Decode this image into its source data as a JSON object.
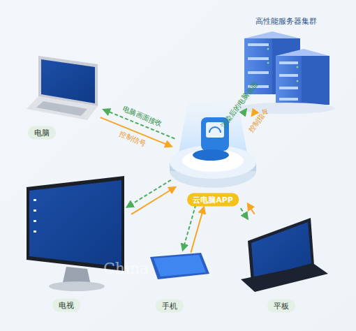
{
  "diagram": {
    "nodes": [
      {
        "text": [
          "高性能服务器集群"
        ]
      },
      {
        "text": [
          "电脑"
        ]
      },
      {
        "text": [
          "云电脑APP"
        ]
      },
      {
        "text": [
          "电视"
        ]
      },
      {
        "text": [
          "手机"
        ]
      },
      {
        "text": [
          "平板"
        ]
      }
    ],
    "edges": [
      {
        "from": 2,
        "to": 0,
        "label": "控制指令",
        "arrow": "to"
      },
      {
        "from": 0,
        "to": 2,
        "label": "渲染后的电脑画面",
        "arrow": "to"
      },
      {
        "from": 1,
        "to": 2,
        "label": "控制信号",
        "arrow": "to"
      },
      {
        "from": 2,
        "to": 1,
        "label": "电脑画面接收",
        "arrow": "to"
      },
      {
        "from": 3,
        "to": 2,
        "arrow": "to"
      },
      {
        "from": 2,
        "to": 3,
        "arrow": "to"
      },
      {
        "from": 4,
        "to": 2,
        "arrow": "to"
      },
      {
        "from": 2,
        "to": 4,
        "arrow": "to"
      },
      {
        "from": 5,
        "to": 2,
        "arrow": "to"
      },
      {
        "from": 2,
        "to": 5,
        "arrow": "to"
      }
    ],
    "labels": [
      "China"
    ]
  }
}
